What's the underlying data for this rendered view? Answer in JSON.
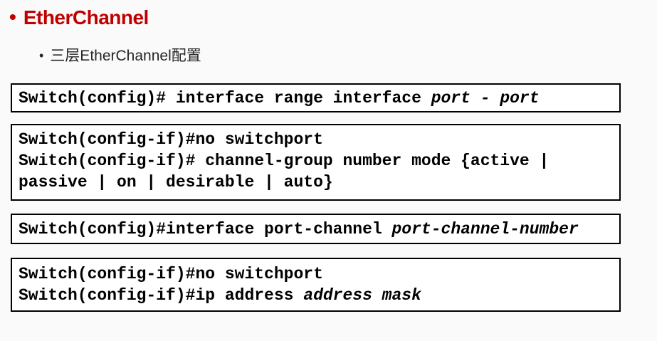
{
  "colors": {
    "accent_red": "#c00000",
    "text_dark": "#262626",
    "code_text": "#000000",
    "box_border": "#000000",
    "box_bg": "#ffffff",
    "page_bg": "#fafafa"
  },
  "title": {
    "bullet": "•",
    "text": "EtherChannel"
  },
  "subtitle": {
    "bullet": "•",
    "text": "三层EtherChannel配置"
  },
  "boxes": [
    {
      "name": "interface-range",
      "lines": [
        {
          "segs": [
            "Switch(config)# interface range interface ",
            "port - port"
          ]
        }
      ]
    },
    {
      "name": "channel-group",
      "lines": [
        {
          "segs": [
            "Switch(config-if)#no switchport"
          ]
        },
        {
          "segs": [
            "Switch(config-if)# channel-group number mode {active |"
          ]
        },
        {
          "segs": [
            "passive | on | desirable | auto}"
          ]
        }
      ]
    },
    {
      "name": "port-channel",
      "lines": [
        {
          "segs": [
            "Switch(config)#interface port-channel ",
            "port-channel-number"
          ]
        }
      ]
    },
    {
      "name": "ip-address",
      "lines": [
        {
          "segs": [
            "Switch(config-if)#no switchport"
          ]
        },
        {
          "segs": [
            "Switch(config-if)#ip address ",
            "address mask"
          ]
        }
      ]
    }
  ]
}
